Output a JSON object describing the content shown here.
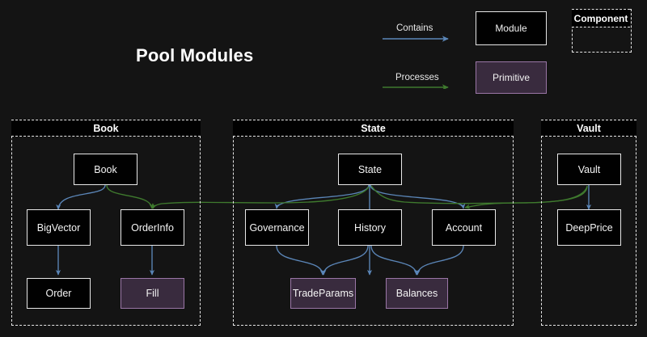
{
  "title": "Pool Modules",
  "colors": {
    "background": "#141414",
    "node_fill": "#010101",
    "node_border": "#e8e8e8",
    "primitive_fill": "#392b3e",
    "primitive_border": "#9a76a6",
    "contains_arrow": "#5b86b8",
    "processes_arrow": "#3f7a2e",
    "text": "#f4f4f4"
  },
  "legend": {
    "contains_label": "Contains",
    "processes_label": "Processes",
    "module_label": "Module",
    "primitive_label": "Primitive",
    "component_label": "Component"
  },
  "groups": [
    {
      "id": "book",
      "label": "Book"
    },
    {
      "id": "state",
      "label": "State"
    },
    {
      "id": "vault",
      "label": "Vault"
    }
  ],
  "nodes": [
    {
      "id": "book",
      "label": "Book",
      "group": "book",
      "type": "module"
    },
    {
      "id": "bigvector",
      "label": "BigVector",
      "group": "book",
      "type": "module"
    },
    {
      "id": "orderinfo",
      "label": "OrderInfo",
      "group": "book",
      "type": "module"
    },
    {
      "id": "order",
      "label": "Order",
      "group": "book",
      "type": "module"
    },
    {
      "id": "fill",
      "label": "Fill",
      "group": "book",
      "type": "primitive"
    },
    {
      "id": "state",
      "label": "State",
      "group": "state",
      "type": "module"
    },
    {
      "id": "governance",
      "label": "Governance",
      "group": "state",
      "type": "module"
    },
    {
      "id": "history",
      "label": "History",
      "group": "state",
      "type": "module"
    },
    {
      "id": "account",
      "label": "Account",
      "group": "state",
      "type": "module"
    },
    {
      "id": "tradeparams",
      "label": "TradeParams",
      "group": "state",
      "type": "primitive"
    },
    {
      "id": "balances",
      "label": "Balances",
      "group": "state",
      "type": "primitive"
    },
    {
      "id": "vault",
      "label": "Vault",
      "group": "vault",
      "type": "module"
    },
    {
      "id": "deepprice",
      "label": "DeepPrice",
      "group": "vault",
      "type": "module"
    }
  ],
  "edges": [
    {
      "from": "book",
      "to": "bigvector",
      "relation": "Contains"
    },
    {
      "from": "bigvector",
      "to": "order",
      "relation": "Contains"
    },
    {
      "from": "book",
      "to": "orderinfo",
      "relation": "Processes"
    },
    {
      "from": "orderinfo",
      "to": "fill",
      "relation": "Contains"
    },
    {
      "from": "state",
      "to": "governance",
      "relation": "Contains"
    },
    {
      "from": "state",
      "to": "history",
      "relation": "Contains"
    },
    {
      "from": "state",
      "to": "account",
      "relation": "Contains"
    },
    {
      "from": "governance",
      "to": "tradeparams",
      "relation": "Contains"
    },
    {
      "from": "history",
      "to": "tradeparams",
      "relation": "Contains"
    },
    {
      "from": "history",
      "to": "balances",
      "relation": "Contains"
    },
    {
      "from": "account",
      "to": "balances",
      "relation": "Contains"
    },
    {
      "from": "vault",
      "to": "deepprice",
      "relation": "Contains"
    },
    {
      "from": "vault",
      "to": "account",
      "relation": "Processes"
    },
    {
      "from": "vault",
      "to": "orderinfo",
      "relation": "Processes"
    },
    {
      "from": "state",
      "to": "orderinfo",
      "relation": "Processes"
    }
  ]
}
